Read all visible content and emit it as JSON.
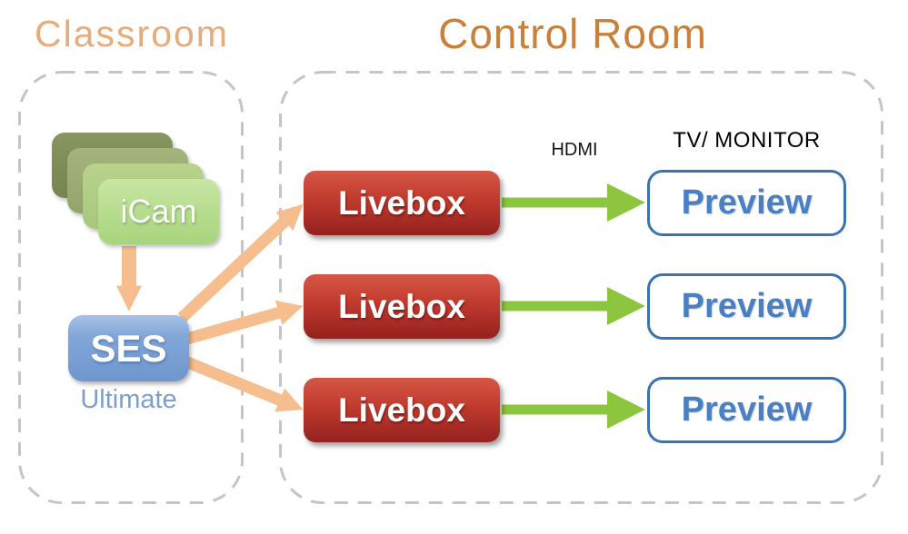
{
  "titles": {
    "classroom": "Classroom",
    "control_room": "Control Room"
  },
  "classroom": {
    "icam": {
      "label": "iCam",
      "card_count": 4
    },
    "ses": {
      "label": "SES",
      "sublabel": "Ultimate"
    }
  },
  "control_room": {
    "hdmi_label": "HDMI",
    "tv_monitor_label": "TV/ MONITOR",
    "rows": [
      {
        "livebox": "Livebox",
        "preview": "Preview"
      },
      {
        "livebox": "Livebox",
        "preview": "Preview"
      },
      {
        "livebox": "Livebox",
        "preview": "Preview"
      }
    ]
  },
  "colors": {
    "classroom_title": "#e7ab7c",
    "control_room_title": "#c9803a",
    "dashed_border": "#c5c5c5",
    "icam_card_back": "#7c8a57",
    "icam_card_mid1": "#9aad74",
    "icam_card_mid2": "#aecb82",
    "icam_card_front": "#b6dd8e",
    "ses_fill": "#7ba0d4",
    "ultimate_text": "#7e9dca",
    "livebox_fill": "#b73429",
    "orange_arrow": "#f6bd8e",
    "green_arrow": "#8cc63f",
    "preview_border": "#3a74b0",
    "preview_text": "#4a7fc1",
    "hdmi_text": "#151515"
  }
}
